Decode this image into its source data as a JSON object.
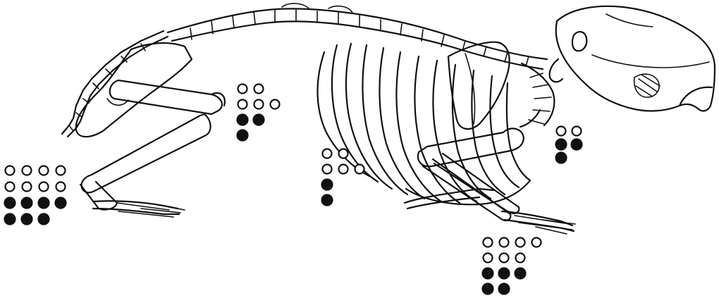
{
  "figure": {
    "subject": "rodent-skeleton-line-drawing",
    "colors": {
      "line": "#111111",
      "background": "#ffffff",
      "filled_dot": "#111111",
      "open_dot": "#ffffff"
    }
  },
  "dot_groups": [
    {
      "id": "hind-foot",
      "rows": [
        [
          "open",
          "open",
          "open",
          "open"
        ],
        [
          "open",
          "open",
          "open",
          "open"
        ],
        [
          "filled",
          "filled",
          "filled",
          "filled"
        ],
        [
          "filled",
          "filled",
          "filled"
        ]
      ]
    },
    {
      "id": "hip",
      "rows": [
        [
          "open",
          "open"
        ],
        [
          "open",
          "open",
          "open"
        ],
        [
          "filled",
          "filled"
        ],
        [
          "filled"
        ]
      ]
    },
    {
      "id": "belly",
      "rows": [
        [
          "open",
          "open"
        ],
        [
          "open",
          "open",
          "open"
        ],
        [
          "filled"
        ],
        [
          "filled"
        ]
      ]
    },
    {
      "id": "neck",
      "rows": [
        [
          "open",
          "open"
        ],
        [
          "filled",
          "filled"
        ],
        [
          "filled"
        ]
      ]
    },
    {
      "id": "fore-foot",
      "rows": [
        [
          "open",
          "open",
          "open",
          "open"
        ],
        [
          "open",
          "open",
          "open"
        ],
        [
          "filled",
          "filled",
          "filled"
        ],
        [
          "filled",
          "filled"
        ]
      ]
    }
  ]
}
